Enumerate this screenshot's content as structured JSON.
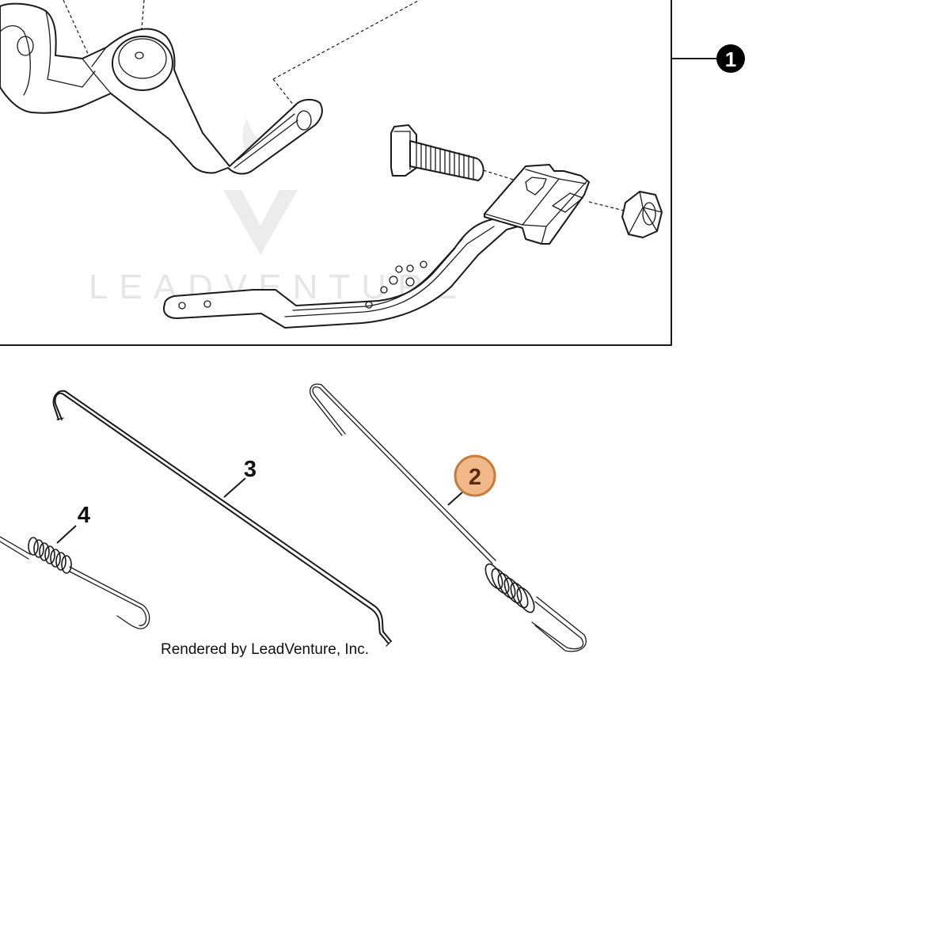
{
  "callouts": [
    {
      "label": "1",
      "style": "black-filled-circle"
    },
    {
      "label": "2",
      "style": "highlighted-circle",
      "fill": "#F1B98A",
      "stroke": "#C87A36",
      "text_color": "#5A2C08"
    },
    {
      "label": "3",
      "style": "plain-number"
    },
    {
      "label": "4",
      "style": "plain-number"
    }
  ],
  "watermark": {
    "text": "LEADVENTURE"
  },
  "caption": {
    "text": "Rendered by LeadVenture, Inc."
  },
  "colors": {
    "line": "#1a1a1a",
    "highlight": "#F1B98A",
    "highlight_border": "#C87A36",
    "watermark": "#e6e6e6"
  }
}
